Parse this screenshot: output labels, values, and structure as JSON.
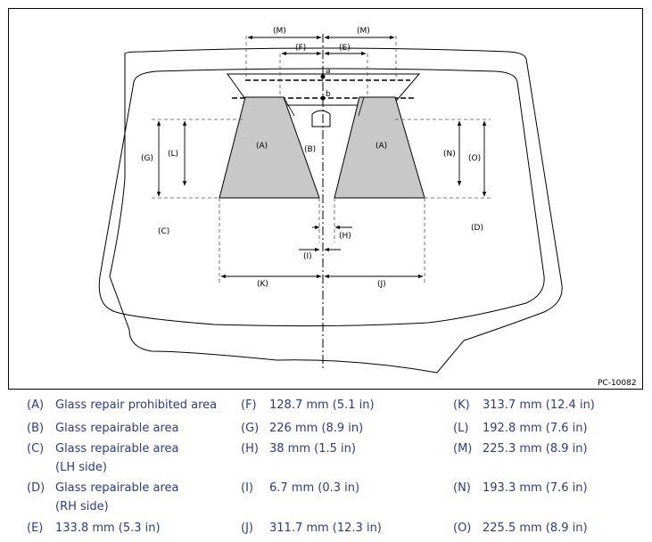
{
  "figure_id": "PC-10082",
  "diagram": {
    "labels": {
      "M": "(M)",
      "F": "(F)",
      "E": "(E)",
      "A": "(A)",
      "B": "(B)",
      "G": "(G)",
      "L": "(L)",
      "N": "(N)",
      "O": "(O)",
      "C": "(C)",
      "D": "(D)",
      "H": "(H)",
      "I": "(I)",
      "K": "(K)",
      "J": "(J)",
      "a": "a",
      "b": "b"
    }
  },
  "legend": [
    {
      "key": "(A)",
      "lines": [
        "Glass repair prohibited area"
      ]
    },
    {
      "key": "(B)",
      "lines": [
        "Glass repairable area"
      ]
    },
    {
      "key": "(C)",
      "lines": [
        "Glass repairable area",
        "(LH side)"
      ]
    },
    {
      "key": "(D)",
      "lines": [
        "Glass repairable area",
        "(RH side)"
      ]
    },
    {
      "key": "(E)",
      "lines": [
        "133.8 mm (5.3 in)"
      ]
    },
    {
      "key": "(F)",
      "lines": [
        "128.7 mm (5.1 in)"
      ]
    },
    {
      "key": "(G)",
      "lines": [
        "226 mm (8.9 in)"
      ]
    },
    {
      "key": "(H)",
      "lines": [
        "38 mm (1.5 in)"
      ]
    },
    {
      "key": "(I)",
      "lines": [
        "6.7 mm (0.3 in)"
      ]
    },
    {
      "key": "(J)",
      "lines": [
        "311.7 mm (12.3 in)"
      ]
    },
    {
      "key": "(K)",
      "lines": [
        "313.7 mm (12.4 in)"
      ]
    },
    {
      "key": "(L)",
      "lines": [
        "192.8 mm (7.6 in)"
      ]
    },
    {
      "key": "(M)",
      "lines": [
        "225.3 mm (8.9 in)"
      ]
    },
    {
      "key": "(N)",
      "lines": [
        "193.3 mm (7.6 in)"
      ]
    },
    {
      "key": "(O)",
      "lines": [
        "225.5 mm (8.9 in)"
      ]
    }
  ],
  "colors": {
    "prohibited_area_fill": "#c8c8c8",
    "legend_text": "#2a3b8f"
  }
}
